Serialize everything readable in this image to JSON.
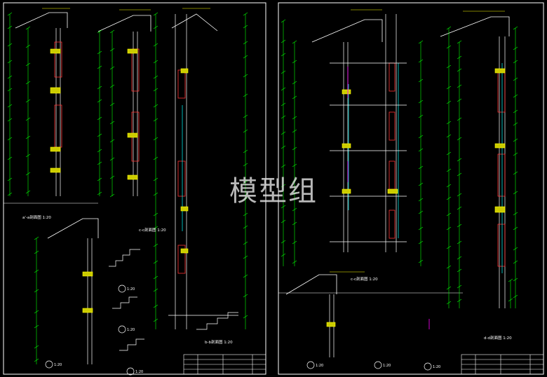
{
  "watermark": "模型组",
  "labels": {
    "left_top_section": "a'-a剖面图 1:20",
    "left_mid_section": "c-c剖面图 1:20",
    "left_tall_section": "b-b剖面图 1:20",
    "detail_1": "1:20",
    "detail_2": "1:20",
    "detail_4": "1:20",
    "detail_5": "1:20",
    "right_main_section": "c-c剖面图 1:20",
    "right_tall_section": "d-d剖面图 1:20",
    "right_detail_1": "1:20",
    "right_detail_2": "1:20",
    "right_detail_3": "1:20"
  },
  "colors": {
    "background": "#000000",
    "frame": "#ffffff",
    "dimension": "#00ff00",
    "leader": "#ffff00",
    "wall": "#ff3333",
    "glass": "#00ffff",
    "accent": "#ff00ff"
  }
}
